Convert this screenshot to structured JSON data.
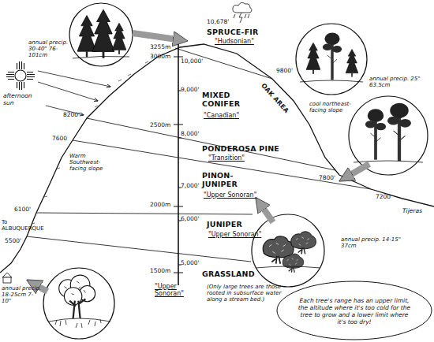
{
  "diagram": {
    "nodes": [
      {
        "text": [
          "Each tree's range has an upper limit, the altitude where it's too cold for the tree to grow and a lower limit where it's too dry!"
        ]
      }
    ],
    "labels": [
      "3255m",
      "10,678'",
      "SPRUCE-FIR",
      "\"Hudsonian\"",
      "annual precip. 30-40\" 76-101cm",
      "3000m",
      "10,000'",
      "9800'",
      "OAK AREA",
      "cool northeast-facing slope",
      "annual precip. 25\" 63.5cm",
      "9,000'",
      "MIXED CONIFER",
      "\"Canadian\"",
      "afternoon sun",
      "8200'",
      "2500m",
      "8,000'",
      "7600",
      "Warm Southwest-facing slope",
      "PONDEROSA PINE",
      "\"Transition\"",
      "7800'",
      "7200",
      "7,000'",
      "PINON-JUNIPER",
      "\"Upper Sonoran\"",
      "2000m",
      "6100'",
      "6,000'",
      "JUNIPER",
      "\"Upper Sonoran\"",
      "Tijeras",
      "To ALBUQUERQUE",
      "5500'",
      "annual precip. 14-15\" 37cm",
      "5,000'",
      "1500m",
      "annual precip. 18-25cm 7-10\"",
      "GRASSLAND",
      "\"Upper Sonoran\"",
      "(Only large trees are those rooted in subsurface water along a stream bed.)"
    ]
  }
}
